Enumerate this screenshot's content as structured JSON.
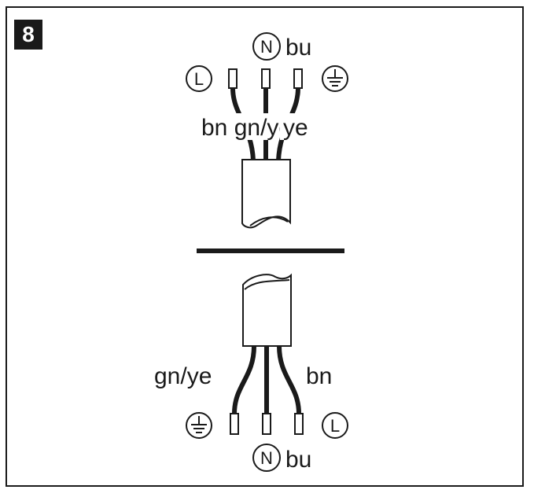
{
  "figure": {
    "step_number": "8",
    "top_connector": {
      "neutral_symbol": "N",
      "neutral_label": "bu",
      "live_symbol": "L",
      "wire_labels": "bn gn/ye",
      "earth_label": "ye"
    },
    "bottom_connector": {
      "earth_wire_label": "gn/ye",
      "live_wire_label": "bn",
      "live_symbol": "L",
      "neutral_symbol": "N",
      "neutral_label": "bu"
    },
    "colors": {
      "ink": "#1a1a1a",
      "background": "#ffffff"
    }
  }
}
